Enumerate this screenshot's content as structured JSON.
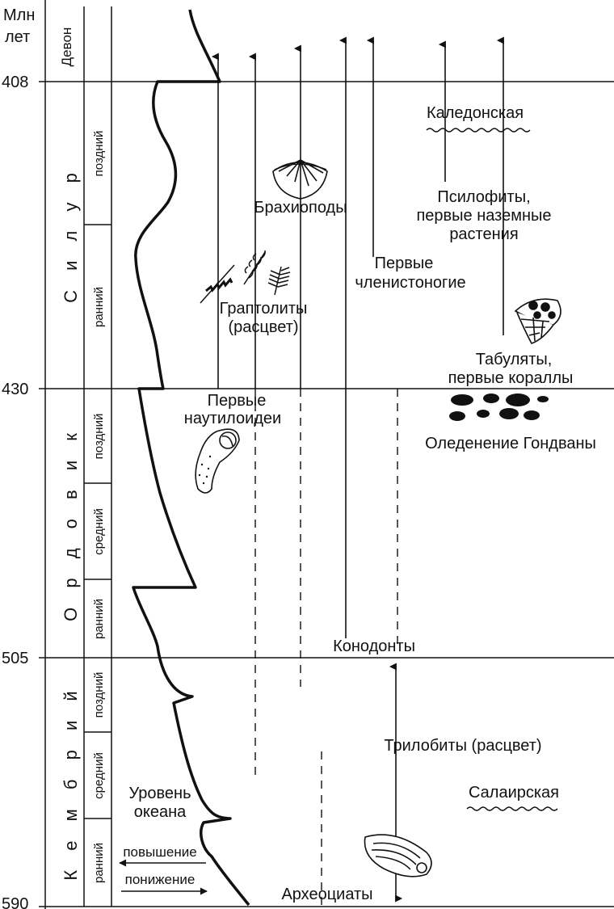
{
  "axis": {
    "unit_line1": "Млн",
    "unit_line2": "лет",
    "ticks": [
      "408",
      "430",
      "505",
      "590"
    ]
  },
  "periods": {
    "devon": "Девон",
    "silur": "С и л у р",
    "ordovik": "О р д о в и к",
    "kembriy": "К е м б р и й"
  },
  "epochs": {
    "silur_late": "поздний",
    "silur_early": "ранний",
    "ord_late": "поздний",
    "ord_mid": "средний",
    "ord_early": "ранний",
    "kem_late": "поздний",
    "kem_mid": "средний",
    "kem_early": "ранний"
  },
  "labels": {
    "caledonian": "Каледонская",
    "psilophytes_1": "Псилофиты,",
    "psilophytes_2": "первые наземные",
    "psilophytes_3": "растения",
    "brachiopods": "Брахиоподы",
    "arthropods_1": "Первые",
    "arthropods_2": "членистоногие",
    "graptolites_1": "Граптолиты",
    "graptolites_2": "(расцвет)",
    "tabulates_1": "Табуляты,",
    "tabulates_2": "первые кораллы",
    "nautiloids_1": "Первые",
    "nautiloids_2": "наутилоидеи",
    "gondwana": "Оледенение Гондваны",
    "conodonts": "Конодонты",
    "trilobites": "Трилобиты (расцвет)",
    "salair": "Салаирская",
    "ocean_1": "Уровень",
    "ocean_2": "океана",
    "rise": "повышение",
    "fall": "понижение",
    "archaeocyaths": "Археоциаты"
  },
  "colors": {
    "ink": "#111111",
    "paper": "#ffffff"
  }
}
